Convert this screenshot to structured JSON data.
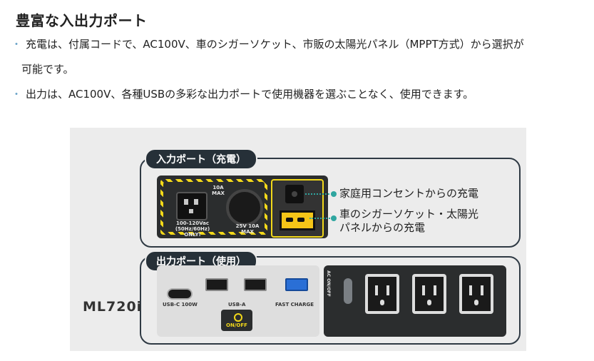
{
  "heading": "豊富な入出力ポート",
  "bullets": {
    "dot": "・",
    "b1_line1": "充電は、付属コードで、AC100V、車のシガーソケット、市販の太陽光パネル（MPPT方式）から選択が",
    "b1_line2": "可能です。",
    "b2": "出力は、AC100V、各種USBの多彩な出力ポートで使用機器を選ぶことなく、使用できます。"
  },
  "figure": {
    "input_label": "入力ポート（充電）",
    "output_label": "出力ポート（使用）",
    "model": "ML720i",
    "callout_home": "家庭用コンセントからの充電",
    "callout_car_line1": "車のシガーソケット・太陽光",
    "callout_car_line2": "パネルからの充電",
    "device_in": {
      "ac_spec_1": "100-120Vac",
      "ac_spec_2": "(50Hz/60Hz) ONLY!",
      "max_10a_1": "10A",
      "max_10a_2": "MAX",
      "dc_spec_1": "25V 10A",
      "dc_spec_2": "MAX"
    },
    "device_out": {
      "usbc_label": "USB-C 100W",
      "usba_label": "USB-A",
      "fast_label": "FAST CHARGE",
      "onoff_label": "ON/OFF",
      "ac_onoff_label": "AC ON/OFF"
    },
    "colors": {
      "accent": "#2fa6a0",
      "hazard": "#f2d81a",
      "panel_dark": "#263038"
    }
  }
}
